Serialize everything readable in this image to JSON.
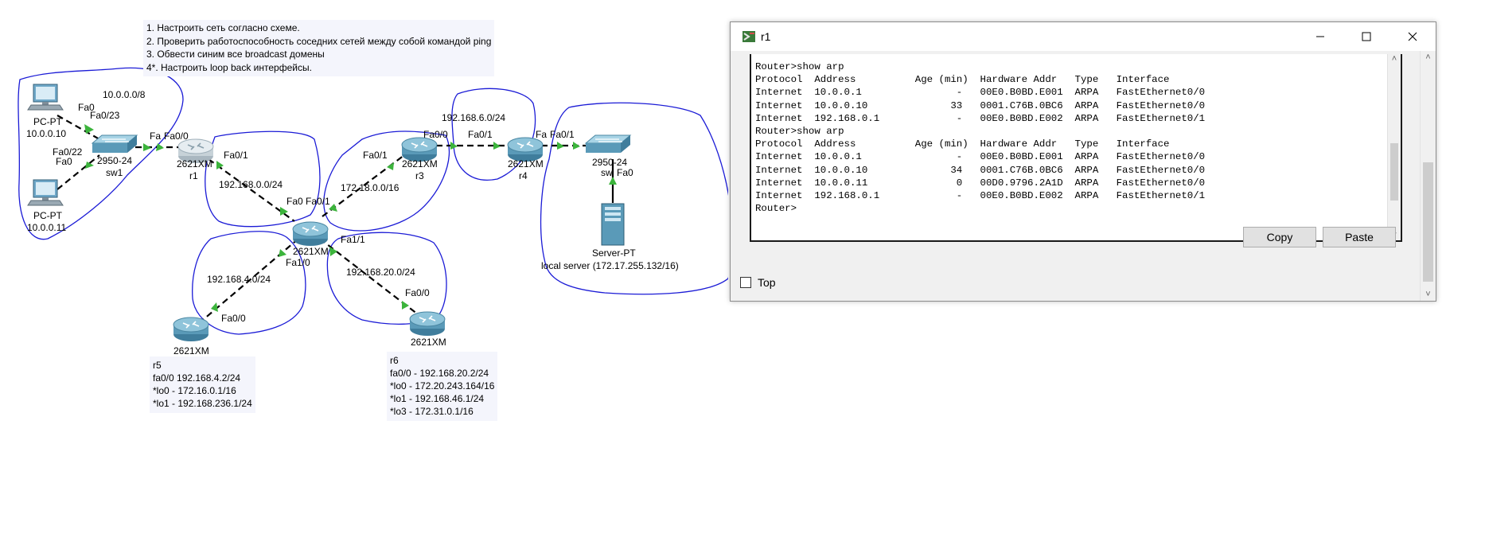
{
  "tasks": {
    "lines": [
      "1. Настроить сеть согласно схеме.",
      "2. Проверить работоспособность соседних сетей между собой командой ping",
      "3. Обвести синим все broadcast домены",
      "4*. Настроить loop back интерфейсы."
    ]
  },
  "topology": {
    "pc1": {
      "model": "PC-PT",
      "ip": "10.0.0.10"
    },
    "pc2": {
      "model": "PC-PT",
      "ip": "10.0.0.11"
    },
    "sw1": {
      "model": "2950-24",
      "name": "sw1"
    },
    "r1": {
      "model": "2621XM",
      "name": "r1"
    },
    "r2": {
      "model": "2621XM"
    },
    "r3": {
      "model": "2621XM",
      "name": "r3"
    },
    "r4": {
      "model": "2621XM",
      "name": "r4"
    },
    "r5": {
      "model": "2621XM"
    },
    "r6": {
      "model": "2621XM"
    },
    "sw2": {
      "model": "2950-24",
      "name": "sw"
    },
    "server": {
      "model": "Server-PT",
      "label": "local server (172.17.255.132/16)"
    },
    "networks": {
      "n10": "10.0.0.0/8",
      "n168_0": "192.168.0.0/24",
      "n172_18": "172.18.0.0/16",
      "n168_6": "192.168.6.0/24",
      "n168_4": "192.168.4.0/24",
      "n168_20": "192.168.20.0/24"
    },
    "ports": {
      "pc1_sw": "Fa0",
      "sw_pc1": "Fa0/23",
      "pc2_sw": "Fa0",
      "sw_pc2": "Fa0/22",
      "sw_r1": "Fa",
      "r1_sw": "Fa0/0",
      "r1_r2": "Fa0/1",
      "r2_r1": "Fa0",
      "r2_r3": "Fa0/1",
      "r3_r2": "Fa0/1",
      "r3_r4": "Fa0/0",
      "r4_r3": "Fa0/1",
      "r4_sw": "Fa",
      "sw2_r4": "Fa0/1",
      "sw2_srv": "Fa0",
      "r2_r6": "Fa1/1",
      "r2_r5": "Fa1/0",
      "r5_r2": "Fa0/0",
      "r6_r2": "Fa0/0"
    },
    "r5_info": [
      "r5",
      "fa0/0 192.168.4.2/24",
      "*lo0 - 172.16.0.1/16",
      "*lo1 - 192.168.236.1/24"
    ],
    "r6_info": [
      "r6",
      "fa0/0 - 192.168.20.2/24",
      "*lo0 - 172.20.243.164/16",
      "*lo1 - 192.168.46.1/24",
      "*lo3 - 172.31.0.1/16"
    ]
  },
  "colors": {
    "domain_outline": "#1b1bd6",
    "link": "#000000",
    "link_up": "#3cb43c",
    "router_body": "#5a9ab8",
    "switch_body": "#6aa6bf",
    "note_bg": "#f4f5fc"
  },
  "window": {
    "title": "r1",
    "icon": "packet-tracer-router-icon",
    "terminal_lines": [
      "Router>show arp",
      "Protocol  Address          Age (min)  Hardware Addr   Type   Interface",
      "Internet  10.0.0.1                -   00E0.B0BD.E001  ARPA   FastEthernet0/0",
      "Internet  10.0.0.10              33   0001.C76B.0BC6  ARPA   FastEthernet0/0",
      "Internet  192.168.0.1             -   00E0.B0BD.E002  ARPA   FastEthernet0/1",
      "Router>show arp",
      "Protocol  Address          Age (min)  Hardware Addr   Type   Interface",
      "Internet  10.0.0.1                -   00E0.B0BD.E001  ARPA   FastEthernet0/0",
      "Internet  10.0.0.10              34   0001.C76B.0BC6  ARPA   FastEthernet0/0",
      "Internet  10.0.0.11               0   00D0.9796.2A1D  ARPA   FastEthernet0/0",
      "Internet  192.168.0.1             -   00E0.B0BD.E002  ARPA   FastEthernet0/1",
      "Router>"
    ],
    "copy_label": "Copy",
    "paste_label": "Paste",
    "top_label": "Top"
  }
}
